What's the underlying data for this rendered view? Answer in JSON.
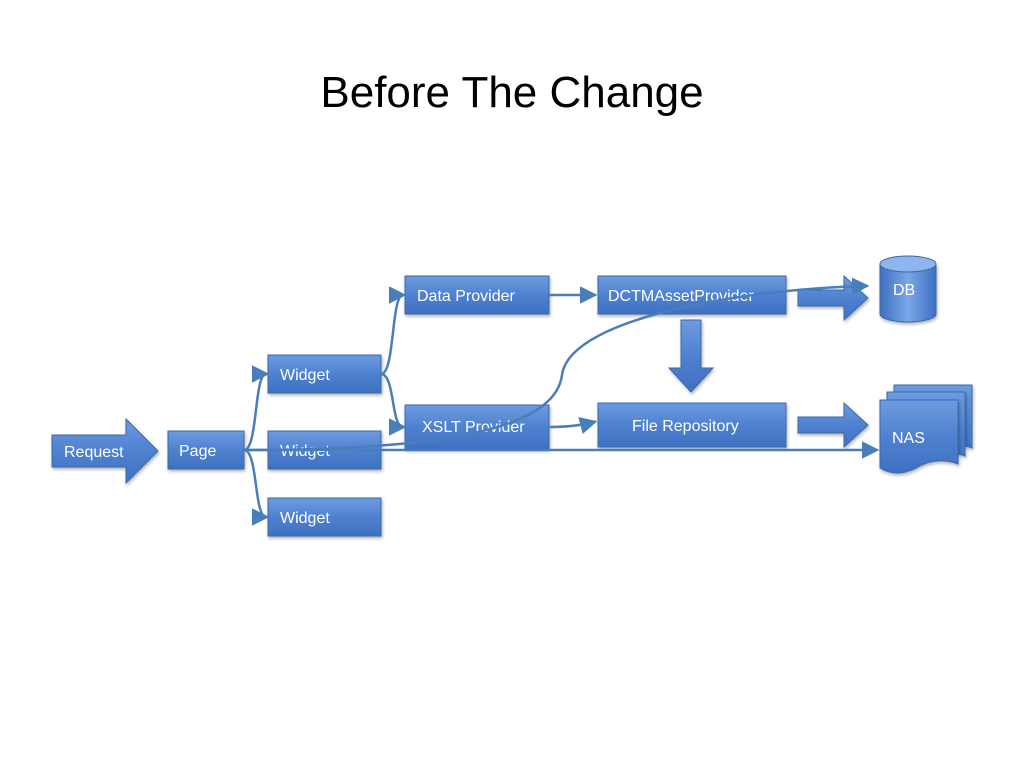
{
  "title": "Before The Change",
  "nodes": {
    "request": "Request",
    "page": "Page",
    "widget_top": "Widget",
    "widget_mid": "Widget",
    "widget_bottom": "Widget",
    "data_provider": "Data Provider",
    "xslt_provider": "XSLT Provider",
    "dctm_asset_provider": "DCTMAssetProvider",
    "file_repository": "File Repository",
    "db": "DB",
    "nas": "NAS"
  },
  "colors": {
    "box_fill": "#4f81bd",
    "box_stroke": "#3a6aa5",
    "arrow": "#4a7ebb",
    "text": "#ffffff"
  }
}
